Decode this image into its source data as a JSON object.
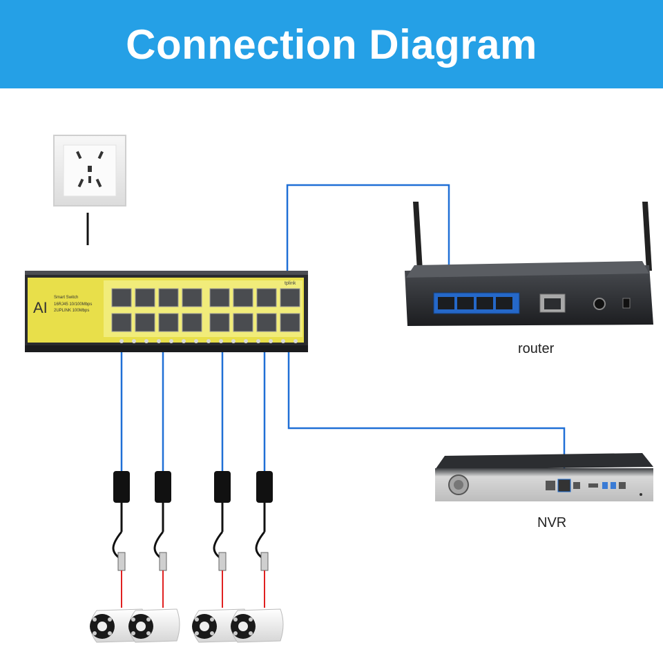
{
  "header": {
    "title": "Connection Diagram"
  },
  "switch": {
    "brand_mark": "AI",
    "model_line1": "Smart Switch",
    "model_line2": "16RJ45 10/100Mbps",
    "model_line3": "2UPLINK 100Mbps",
    "logo": "tplink"
  },
  "labels": {
    "router": "router",
    "nvr": "NVR"
  },
  "colors": {
    "banner": "#25a0e6",
    "cable": "#1f6fd6",
    "red_wire": "#e02020",
    "switch_panel": "#e8df4a"
  }
}
